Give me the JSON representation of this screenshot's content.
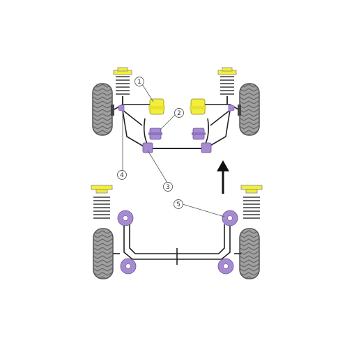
{
  "callouts": [
    {
      "id": 1,
      "label": "1"
    },
    {
      "id": 2,
      "label": "2"
    },
    {
      "id": 3,
      "label": "3"
    },
    {
      "id": 4,
      "label": "4"
    },
    {
      "id": 5,
      "label": "5"
    }
  ],
  "colors": {
    "background": "#ffffff",
    "tyre": "#9a9a9a",
    "tyre_dark": "#5a5a5a",
    "frame": "#222222",
    "spring": "#555555",
    "bush_yellow": "#f2ee3a",
    "bush_purple": "#a58cd0",
    "bush_purple_dark": "#6c4f9a",
    "arrow": "#111111"
  },
  "icons": {
    "direction": "up-arrow-icon",
    "spring": "coil-spring-icon",
    "wheel": "tyre-icon"
  }
}
